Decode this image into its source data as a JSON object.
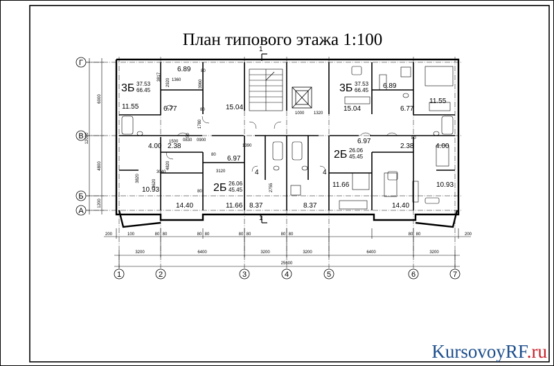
{
  "title": "План типового этажа 1:100",
  "watermark": {
    "main": "KursovoyRF",
    "suffix": ".ru",
    "color_main": "#1d4e8c",
    "color_suffix": "#c8202a"
  },
  "section_mark": "1",
  "axes_horizontal": [
    "1",
    "2",
    "3",
    "4",
    "5",
    "6",
    "7"
  ],
  "axes_vertical": [
    "Г",
    "В",
    "Б",
    "А"
  ],
  "dims_bottom_segments": [
    "3200",
    "6400",
    "3200",
    "3200",
    "6400",
    "3200"
  ],
  "dims_bottom_total": "25600",
  "dims_bottom_detail": [
    "200",
    "100",
    "80",
    "80",
    "80",
    "80",
    "80",
    "80",
    "80",
    "80",
    "80",
    "80",
    "200"
  ],
  "dims_left": [
    "6000",
    "4800",
    "1200",
    "12000",
    "3820"
  ],
  "apartments": [
    {
      "code": "3Б",
      "area_living": "37.53",
      "area_total": "66.45"
    },
    {
      "code": "2Б",
      "area_living": "26.06",
      "area_total": "45.45"
    },
    {
      "code": "3Б",
      "area_living": "37.53",
      "area_total": "66.45"
    },
    {
      "code": "2Б",
      "area_living": "26.06",
      "area_total": "45.45"
    }
  ],
  "room_areas": [
    "6.89",
    "11.55",
    "6.77",
    "15.04",
    "4.00",
    "2.38",
    "6.97",
    "10.93",
    "14.40",
    "11.66",
    "4",
    "8.37",
    "6.89",
    "15.04",
    "6.77",
    "11.55",
    "6.97",
    "2.38",
    "4.00",
    "11.66",
    "10.93",
    "14.40",
    "8.37",
    "4"
  ],
  "inner_dims": [
    "1360",
    "2920",
    "3817",
    "3960",
    "1780",
    "1500",
    "0830",
    "0900",
    "50",
    "3040",
    "3120",
    "4820",
    "3620",
    "80",
    "80",
    "1390",
    "2755",
    "1000",
    "1320",
    "80",
    "80",
    "80"
  ]
}
